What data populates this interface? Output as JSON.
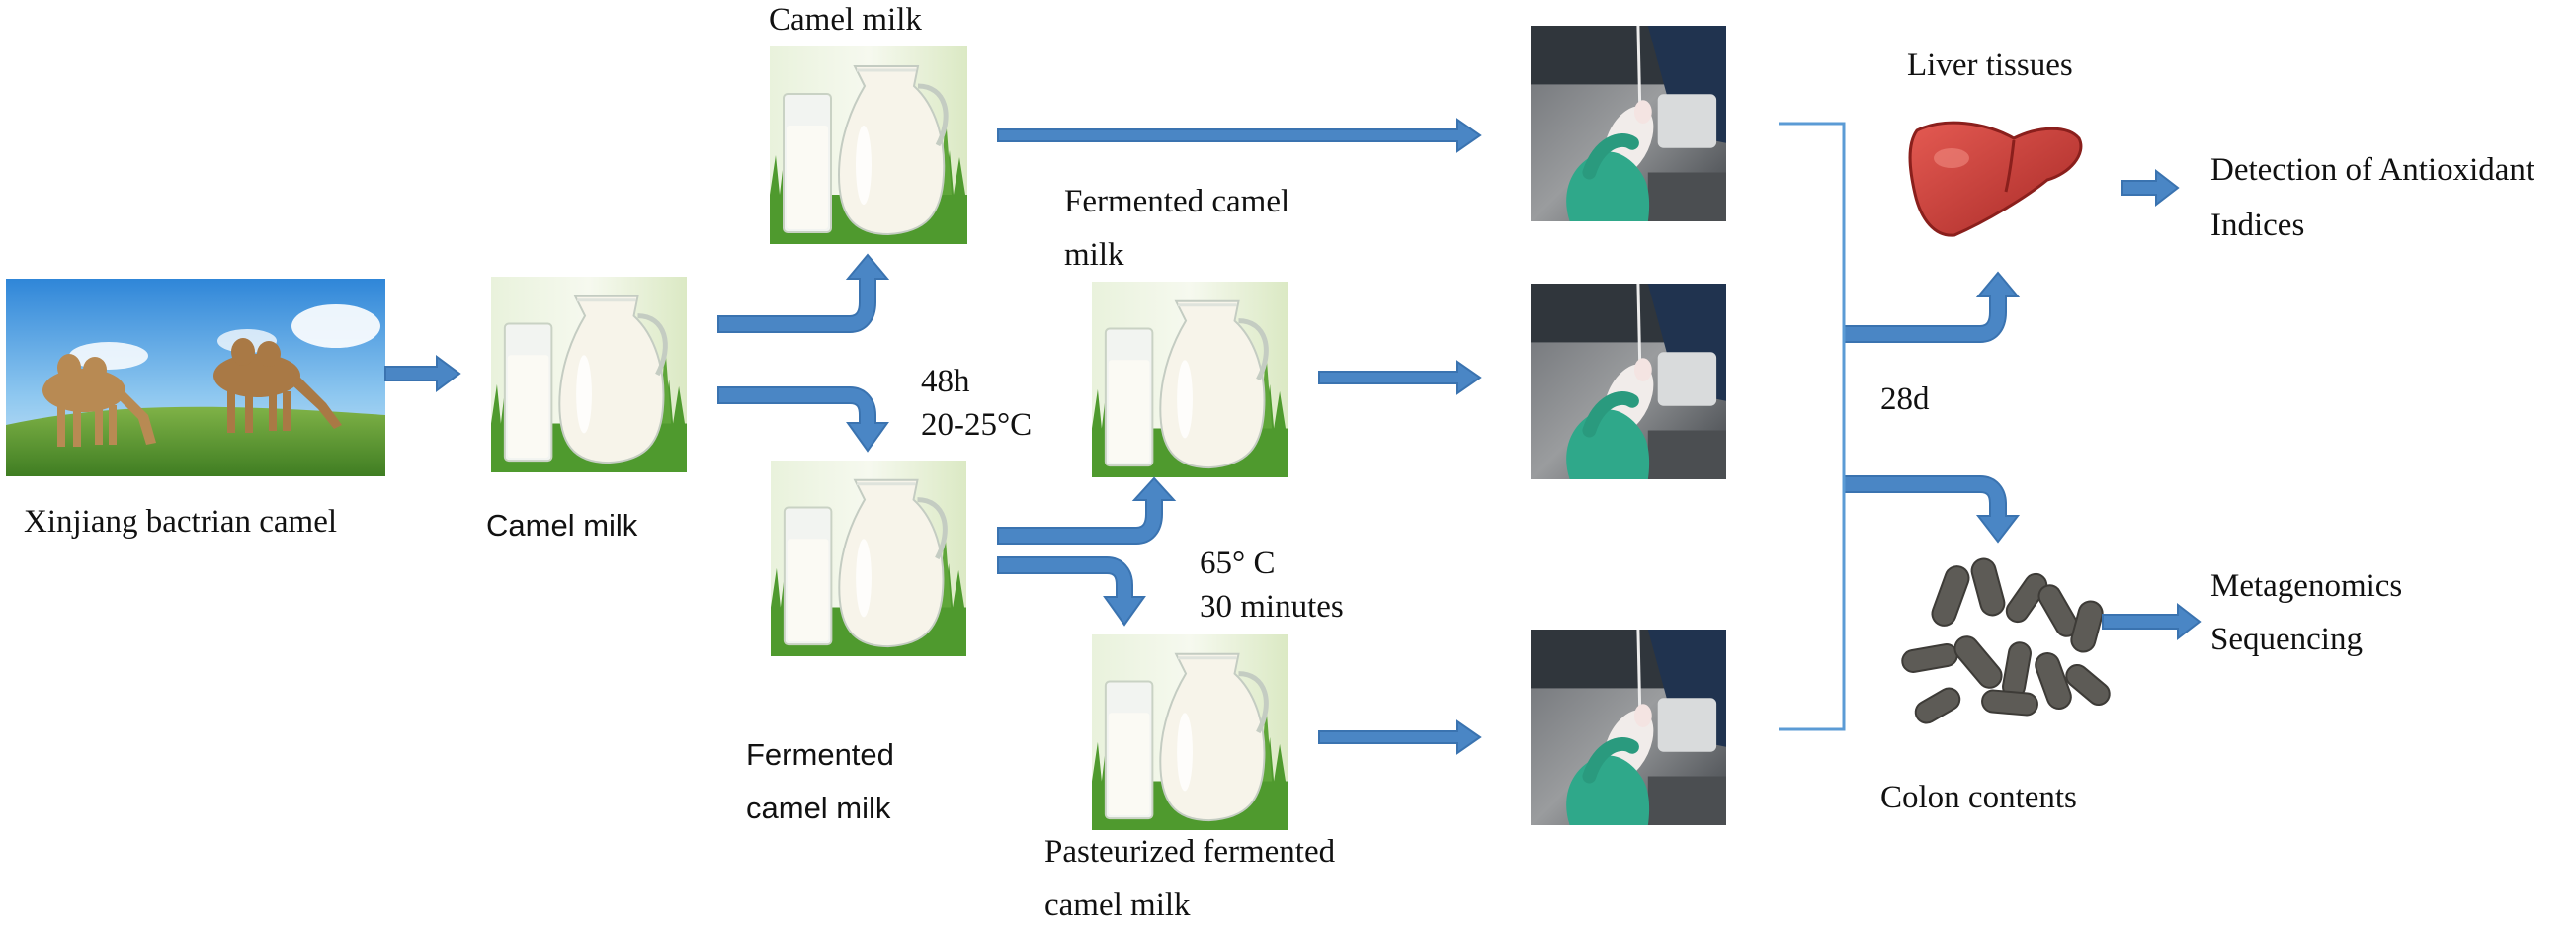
{
  "labels": {
    "camel_source": "Xinjiang bactrian camel",
    "camel_milk_a": "Camel milk",
    "camel_milk_b": "Camel milk",
    "fermented_top_1": "Fermented camel",
    "fermented_top_2": "milk",
    "fermented_bottom_1": "Fermented",
    "fermented_bottom_2": "camel milk",
    "pasteurized_1": "Pasteurized      fermented",
    "pasteurized_2": "camel milk",
    "ferment_time": "48h",
    "ferment_temp": "20-25°C",
    "pasteur_temp": "65° C",
    "pasteur_time": "30 minutes",
    "duration": "28d",
    "liver": "Liver tissues",
    "antioxidant_1": "Detection of Antioxidant",
    "antioxidant_2": "Indices",
    "colon": "Colon contents",
    "metagenomics_1": "Metagenomics",
    "metagenomics_2": "Sequencing"
  },
  "colors": {
    "arrow": "#4a86c5",
    "arrow_edge": "#3a73b0",
    "line": "#5b9bd5",
    "milk": "#f7f4ea",
    "grass": "#5fa63a",
    "sky": "#6fb4e8",
    "liver": "#c93a36",
    "glove": "#2fa88a"
  },
  "icons": [
    "camel-photo",
    "milk-jug-icon",
    "mouse-gavage-photo",
    "liver-icon",
    "feces-icon"
  ]
}
